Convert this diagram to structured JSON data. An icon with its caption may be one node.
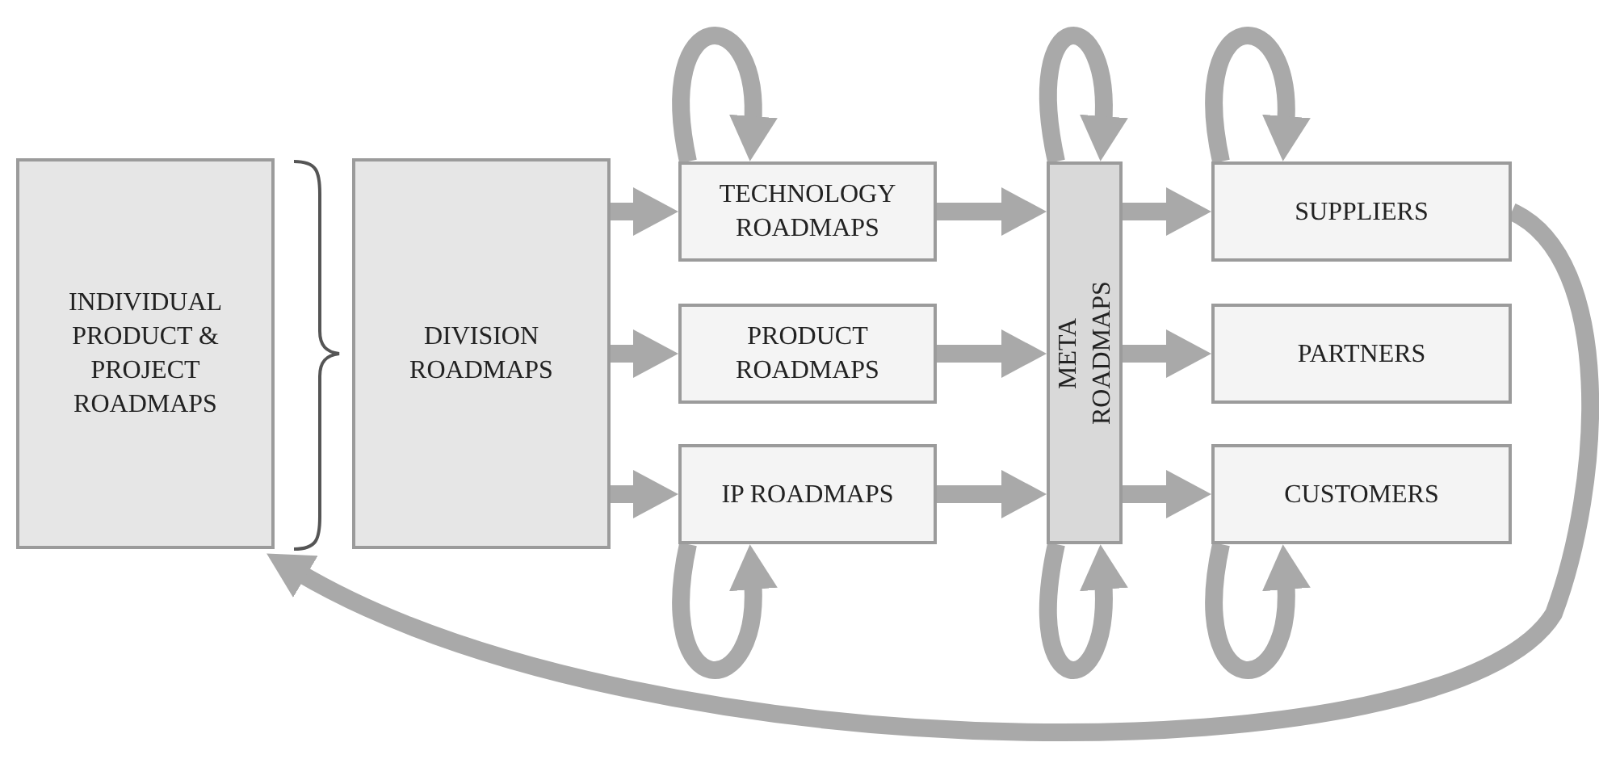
{
  "diagram": {
    "nodes": [
      {
        "text": [
          "INDIVIDUAL PRODUCT & PROJECT ROADMAPS"
        ]
      },
      {
        "text": [
          "DIVISION ROADMAPS"
        ]
      },
      {
        "text": [
          "TECHNOLOGY ROADMAPS"
        ]
      },
      {
        "text": [
          "PRODUCT ROADMAPS"
        ]
      },
      {
        "text": [
          "IP ROADMAPS"
        ]
      },
      {
        "text": [
          "META ROADMAPS"
        ]
      },
      {
        "text": [
          "SUPPLIERS"
        ]
      },
      {
        "text": [
          "PARTNERS"
        ]
      },
      {
        "text": [
          "CUSTOMERS"
        ]
      }
    ],
    "edges": [
      {
        "from": 1,
        "to": 2,
        "arrow": "to"
      },
      {
        "from": 1,
        "to": 3,
        "arrow": "to"
      },
      {
        "from": 1,
        "to": 4,
        "arrow": "to"
      },
      {
        "from": 2,
        "to": 2,
        "arrow": "to"
      },
      {
        "from": 4,
        "to": 4,
        "arrow": "to"
      },
      {
        "from": 2,
        "to": 5,
        "arrow": "to"
      },
      {
        "from": 3,
        "to": 5,
        "arrow": "to"
      },
      {
        "from": 4,
        "to": 5,
        "arrow": "to"
      },
      {
        "from": 5,
        "to": 5,
        "arrow": "to"
      },
      {
        "from": 5,
        "to": 5,
        "arrow": "to"
      },
      {
        "from": 5,
        "to": 6,
        "arrow": "to"
      },
      {
        "from": 5,
        "to": 7,
        "arrow": "to"
      },
      {
        "from": 5,
        "to": 8,
        "arrow": "to"
      },
      {
        "from": 6,
        "to": 6,
        "arrow": "to"
      },
      {
        "from": 8,
        "to": 8,
        "arrow": "to"
      },
      {
        "from": 6,
        "to": 0,
        "arrow": "to"
      }
    ]
  }
}
